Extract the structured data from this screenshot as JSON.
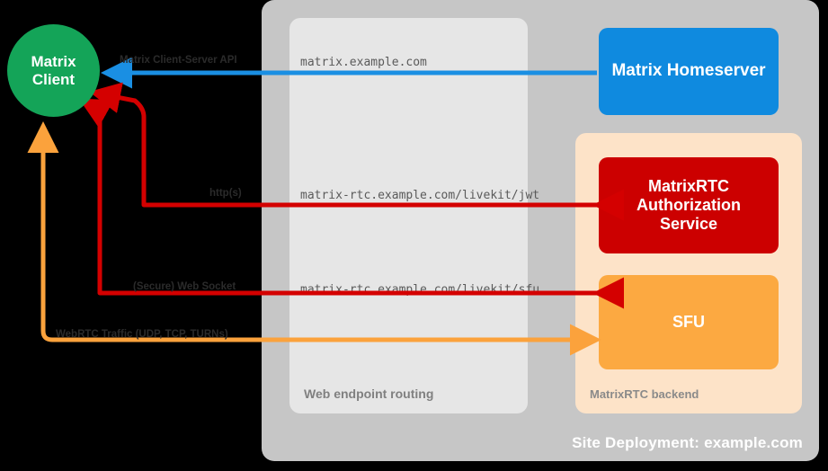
{
  "site": {
    "deployment_label": "Site Deployment: example.com",
    "background_color": "#c6c6c6"
  },
  "panels": {
    "web_endpoint_routing": {
      "label": "Web endpoint routing",
      "background_color": "#e6e6e6"
    },
    "matrixrtc_backend": {
      "label": "MatrixRTC backend",
      "background_color": "#fde3c8"
    }
  },
  "client": {
    "line1": "Matrix",
    "line2": "Client",
    "color": "#14a458"
  },
  "services": [
    {
      "id": "matrix-homeserver",
      "label": "Matrix Homeserver",
      "color": "#0f8adf"
    },
    {
      "id": "matrixrtc-authorization-service",
      "line1": "MatrixRTC",
      "line2": "Authorization",
      "line3": "Service",
      "color": "#cc0000"
    },
    {
      "id": "sfu",
      "label": "SFU",
      "color": "#fca941"
    }
  ],
  "endpoints": [
    {
      "id": "matrix-endpoint",
      "url": "matrix.example.com"
    },
    {
      "id": "jwt-endpoint",
      "url": "matrix-rtc.example.com/livekit/jwt"
    },
    {
      "id": "sfu-endpoint",
      "url": "matrix-rtc.example.com/livekit/sfu"
    }
  ],
  "connections": [
    {
      "id": "matrix-client-server-api",
      "label": "Matrix Client-Server API",
      "color": "#1a8fe3",
      "direction": "bidirectional"
    },
    {
      "id": "http-s",
      "label": "http(s)",
      "color": "#d40000",
      "direction": "bidirectional"
    },
    {
      "id": "secure-web-socket",
      "label": "(Secure) Web Socket",
      "color": "#d40000",
      "direction": "bidirectional"
    },
    {
      "id": "webrtc-traffic",
      "label": "WebRTC Traffic (UDP, TCP, TURNs)",
      "color": "#fba23c",
      "direction": "bidirectional"
    }
  ]
}
